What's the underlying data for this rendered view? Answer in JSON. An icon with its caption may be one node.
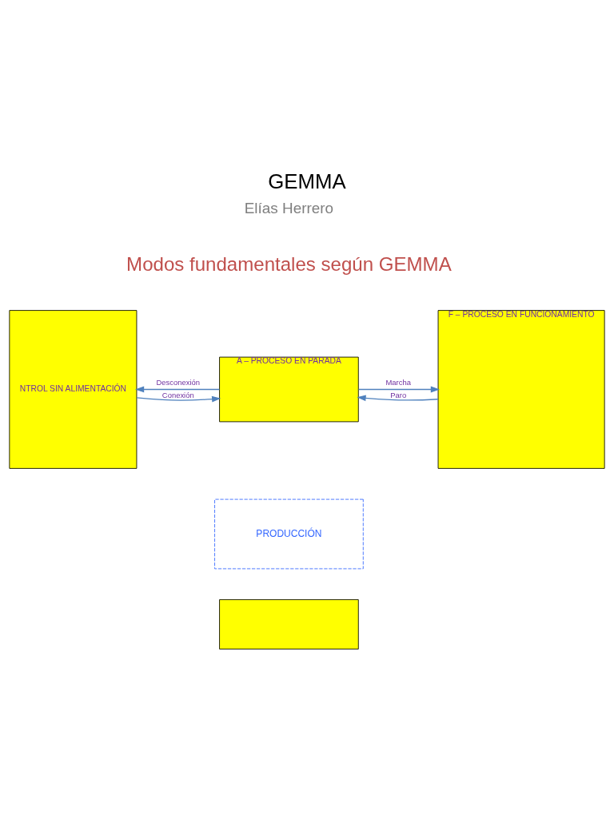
{
  "diagram": {
    "title": "GEMMA",
    "nodes": [
      {
        "text": [
          "NTROL SIN ALIMENTACIÓN"
        ]
      },
      {
        "text": [
          "A – PROCESO EN PARADA"
        ]
      },
      {
        "text": [
          "F – PROCESO EN FUNCIONAMIENTO"
        ]
      },
      {
        "text": [
          "PRODUCCIÓN"
        ]
      },
      {
        "text": [],
        "shape": "box"
      }
    ],
    "edges": [
      {
        "from": 0,
        "to": 1,
        "arrow": "to",
        "label": "Conexión"
      },
      {
        "from": 1,
        "to": 0,
        "arrow": "to",
        "label": "Desconexión"
      },
      {
        "from": 1,
        "to": 2,
        "arrow": "to",
        "label": "Marcha"
      },
      {
        "from": 2,
        "to": 1,
        "arrow": "to",
        "label": "Paro"
      }
    ],
    "labels": [
      "Elías Herrero",
      "Modos fundamentales según GEMMA"
    ]
  }
}
